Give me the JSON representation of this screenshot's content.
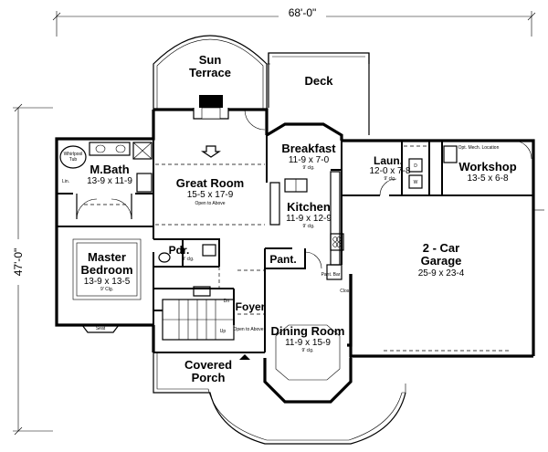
{
  "dimensions": {
    "width": "68'-0\"",
    "height": "47'-0\""
  },
  "rooms": {
    "sun_terrace": {
      "line1": "Sun",
      "line2": "Terrace"
    },
    "deck": {
      "name": "Deck"
    },
    "breakfast": {
      "name": "Breakfast",
      "size": "11-9 x 7-0",
      "note": "9' clg."
    },
    "laundry": {
      "name": "Laun.",
      "size": "12-0 x 7-8",
      "note": "9' clg."
    },
    "workshop": {
      "name": "Workshop",
      "size": "13-5 x 6-8",
      "note": "Opt. Mech. Location"
    },
    "mbath": {
      "name": "M.Bath",
      "size": "13-9 x 11-9",
      "note": "Whirlpool Tub"
    },
    "great_room": {
      "name": "Great Room",
      "size": "15-5 x 17-9",
      "note": "Open to Above"
    },
    "kitchen": {
      "name": "Kitchen",
      "size": "11-9 x 12-9",
      "note": "9' clg."
    },
    "garage": {
      "line1": "2 - Car",
      "line2": "Garage",
      "size": "25-9 x 23-4"
    },
    "master_bedroom": {
      "line1": "Master",
      "line2": "Bedroom",
      "size": "13-9 x 13-5",
      "note": "9' Clg."
    },
    "powder": {
      "name": "Pdr.",
      "note": "9' clg."
    },
    "pantry": {
      "name": "Pant."
    },
    "foyer": {
      "name": "Foyer",
      "note": "Open to Above"
    },
    "dining_room": {
      "name": "Dining Room",
      "size": "11-9 x 15-9",
      "note": "9' clg."
    },
    "covered_porch": {
      "line1": "Covered",
      "line2": "Porch"
    }
  },
  "fixture_labels": {
    "seat": "Seat",
    "dn": "Dn",
    "up": "Up",
    "linen": "Lin.",
    "closet": "Clos.",
    "pantry_bar": "Pant. Bar",
    "dryer": "D",
    "washer": "W"
  }
}
